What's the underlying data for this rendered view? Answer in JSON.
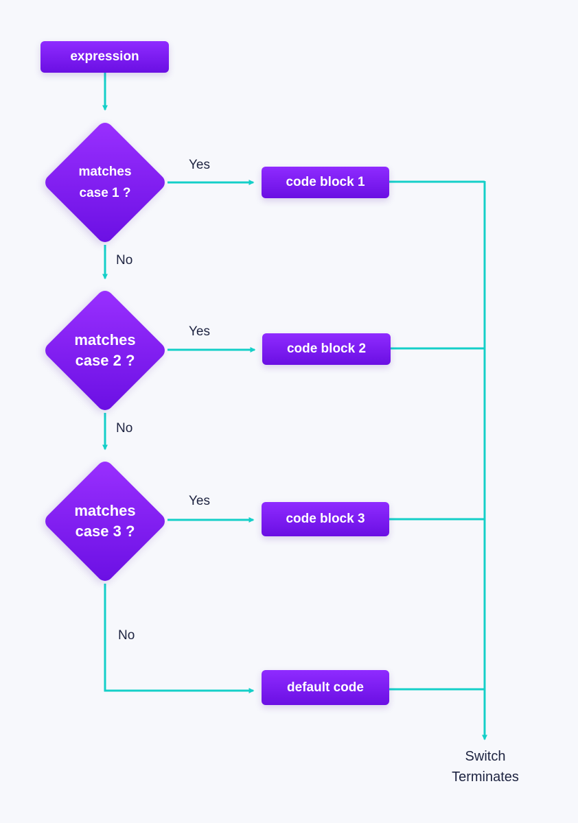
{
  "nodes": {
    "expression": "expression",
    "case1": [
      "matches",
      "case 1 ?"
    ],
    "case2": [
      "matches",
      "case 2 ?"
    ],
    "case3": [
      "matches",
      "case 3 ?"
    ],
    "block1": "code block 1",
    "block2": "code block 2",
    "block3": "code block 3",
    "default": "default code",
    "terminate": [
      "Switch",
      "Terminates"
    ]
  },
  "edge_labels": {
    "yes1": "Yes",
    "yes2": "Yes",
    "yes3": "Yes",
    "no1": "No",
    "no2": "No",
    "no3": "No"
  },
  "colors": {
    "node_fill_top": "#8f2bff",
    "node_fill_bottom": "#6a0fe3",
    "connector": "#14cfc8",
    "label_text": "#1d2340",
    "background": "#f7f8fc"
  }
}
